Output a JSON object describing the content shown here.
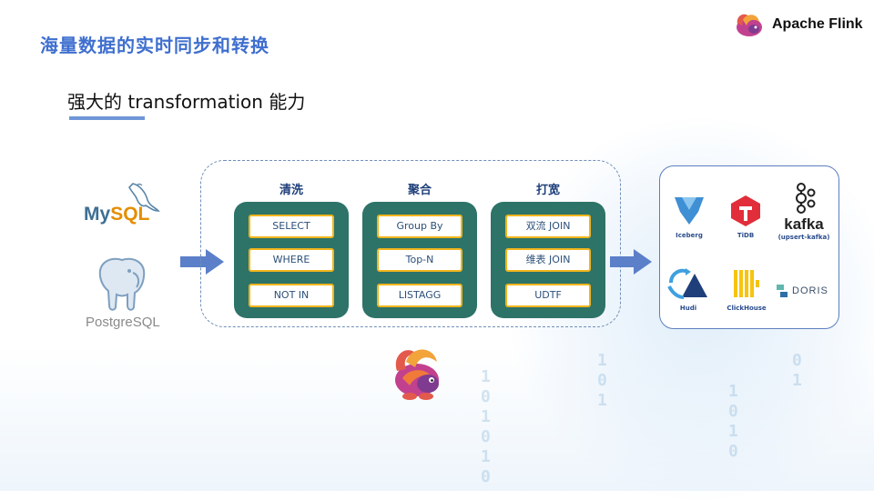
{
  "header": {
    "title": "海量数据的实时同步和转换",
    "brand": "Apache Flink"
  },
  "subtitle": "强大的 transformation 能力",
  "sources": {
    "mysql_my": "My",
    "mysql_sql": "SQL",
    "postgres": "PostgreSQL"
  },
  "columns": [
    {
      "title": "清洗",
      "ops": [
        "SELECT",
        "WHERE",
        "NOT IN"
      ]
    },
    {
      "title": "聚合",
      "ops": [
        "Group By",
        "Top-N",
        "LISTAGG"
      ]
    },
    {
      "title": "打宽",
      "ops": [
        "双流 JOIN",
        "维表 JOIN",
        "UDTF"
      ]
    }
  ],
  "sinks": {
    "iceberg": "Iceberg",
    "tidb": "TiDB",
    "kafka": "kafka",
    "kafka_sub": "(upsert-kafka)",
    "hudi": "Hudi",
    "clickhouse": "ClickHouse",
    "doris": "DORIS"
  },
  "colors": {
    "title": "#3f6fcf",
    "panel": "#2e7368",
    "op_border": "#f1b51c",
    "arrow": "#5b7fc9",
    "dashed_border": "#6f8fb8"
  },
  "icons": [
    "squirrel-logo-icon",
    "mysql-dolphin-icon",
    "postgresql-elephant-icon",
    "arrow-right-icon",
    "iceberg-icon",
    "tidb-icon",
    "kafka-icon",
    "hudi-icon",
    "clickhouse-icon",
    "doris-icon"
  ]
}
